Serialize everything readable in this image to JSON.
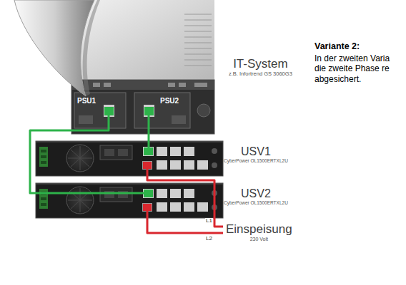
{
  "diagram": {
    "nodes": [
      {
        "text": [
          "IT-System",
          "z.B. Infortrend GS 3060G3"
        ]
      },
      {
        "text": [
          "USV1",
          "CyberPower OL1500ERTXL2U"
        ]
      },
      {
        "text": [
          "USV2",
          "CyberPower OL1500ERTXL2U"
        ]
      },
      {
        "text": [
          "Einspeisung",
          "230 Volt"
        ]
      }
    ],
    "edges": [
      {
        "from": 1,
        "to": 0,
        "arrow": "none"
      },
      {
        "from": 2,
        "to": 0,
        "arrow": "none"
      },
      {
        "from": 3,
        "to": 1,
        "label": "L1",
        "arrow": "none"
      },
      {
        "from": 3,
        "to": 2,
        "label": "L2",
        "arrow": "none"
      }
    ],
    "labels": [
      "PSU1",
      "PSU2",
      "Variante 2:",
      "In der zweiten Varia die zweite Phase re abgesichert."
    ]
  }
}
